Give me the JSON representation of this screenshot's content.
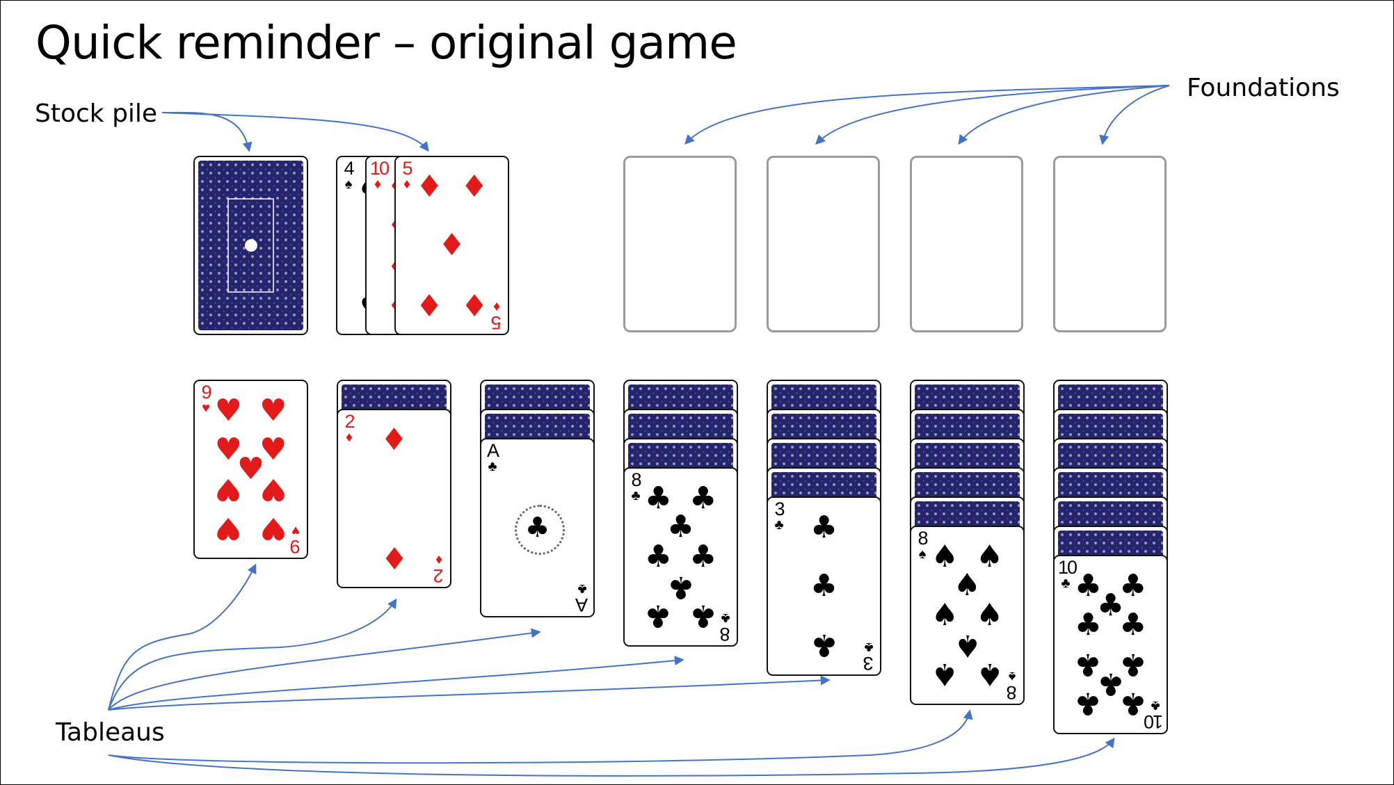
{
  "title": "Quick reminder – original game",
  "labels": {
    "stock": "Stock pile",
    "foundations": "Foundations",
    "tableaus": "Tableaus"
  },
  "colors": {
    "arrow": "#4472c4",
    "card_back": "#25256e",
    "red_suit": "#e31a1a",
    "black_suit": "#000000",
    "empty_slot": "#9a9a9a"
  },
  "stock": {
    "waste_cards": [
      {
        "rank": "4",
        "suit": "♠"
      },
      {
        "rank": "10",
        "suit": "♦"
      },
      {
        "rank": "5",
        "suit": "♦"
      }
    ]
  },
  "foundations": {
    "count": 4
  },
  "tableaus": [
    {
      "hidden": 0,
      "card": {
        "rank": "9",
        "suit": "♥"
      }
    },
    {
      "hidden": 1,
      "card": {
        "rank": "2",
        "suit": "♦"
      }
    },
    {
      "hidden": 2,
      "card": {
        "rank": "A",
        "suit": "♣"
      }
    },
    {
      "hidden": 3,
      "card": {
        "rank": "8",
        "suit": "♣"
      }
    },
    {
      "hidden": 4,
      "card": {
        "rank": "3",
        "suit": "♣"
      }
    },
    {
      "hidden": 5,
      "card": {
        "rank": "8",
        "suit": "♠"
      }
    },
    {
      "hidden": 6,
      "card": {
        "rank": "10",
        "suit": "♣"
      }
    }
  ]
}
